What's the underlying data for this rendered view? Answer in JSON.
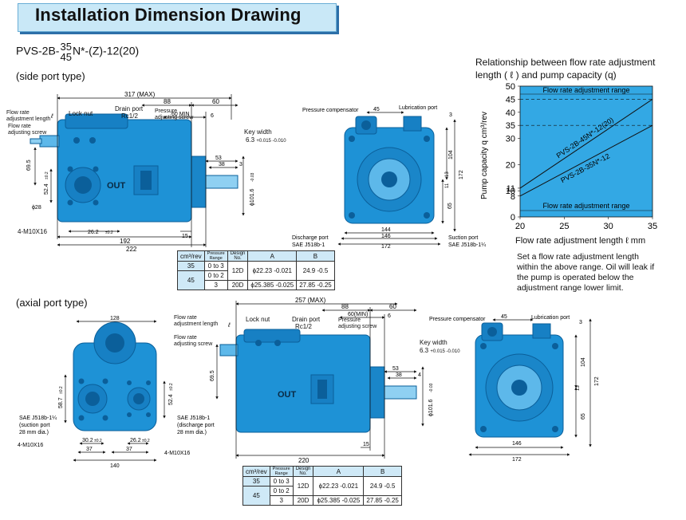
{
  "title": "Installation Dimension Drawing",
  "model": {
    "prefix": "PVS-2B-",
    "frac_top": "35",
    "frac_bottom": "45",
    "suffix": "N*-(Z)-12(20)"
  },
  "side_type_label": "(side port type)",
  "axial_type_label": "(axial port type)",
  "side_view": {
    "dims": {
      "overall": "317 (MAX)",
      "d88": "88",
      "d60": "60",
      "d60min": "60 MIN",
      "d6": "6",
      "d53": "53",
      "d38": "38",
      "d3": "3",
      "d192": "192",
      "d222": "222",
      "d15": "15",
      "d26": "26.2",
      "d26tol": "±0.2",
      "d28": "ϕ28",
      "d52": "52.4",
      "d52tol": "±0.2",
      "d695": "69.5",
      "dshaft": "ϕ101.6",
      "dshafttol": "-0.03",
      "l_tol": "ℓ"
    },
    "labels": {
      "flow_len": "Flow rate adjustment length",
      "flow_screw": "Flow rate adjusting screw",
      "lock_nut": "Lock nut",
      "drain": "Drain port",
      "drain2": "Rc1/2",
      "pcs": "Pressure adjusting screw",
      "keywidth": "Key width",
      "keyval": "6.3",
      "keytol": "+0.015 -0.010",
      "out": "OUT",
      "bolt": "4-M10X16"
    }
  },
  "side_end": {
    "labels": {
      "pc": "Pressure compensator",
      "lub": "Lubrication port",
      "discharge": "Discharge port",
      "discharge2": "SAE J518b-1",
      "suction": "Suction port",
      "suction2": "SAE J518b-1¼"
    },
    "dims": {
      "d45": "45",
      "d3": "3",
      "d104": "104",
      "d172v": "172",
      "d13": "13",
      "d11": "11",
      "d65": "65",
      "d144": "144",
      "d146": "146",
      "d172": "172"
    }
  },
  "graph": {
    "title1": "Relationship between flow rate adjustment",
    "title2": "length ( ℓ ) and pump capacity (q)",
    "ylabel": "Pump capacity q cm³/rev",
    "xlabel": "Flow rate adjustment length ℓ mm",
    "range_top": "Flow rate adjustment range",
    "range_bottom": "Flow rate adjustment range",
    "note": "Set a flow rate adjustment length within the above range. Oil will leak if the pump is operated below the adjustment range lower limit."
  },
  "chart_data": {
    "type": "line",
    "xlim": [
      20,
      35
    ],
    "ylim": [
      0,
      50
    ],
    "xticks": [
      "20",
      "25",
      "30",
      "35"
    ],
    "yticks": [
      "0",
      "8",
      "10",
      "11",
      "20",
      "30",
      "35",
      "40",
      "45",
      "50"
    ],
    "series": [
      {
        "name": "PVS-2B-45N*-12(20)",
        "x": [
          20,
          35
        ],
        "y": [
          11,
          45
        ]
      },
      {
        "name": "PVS-2B-35N*-12",
        "x": [
          20,
          35
        ],
        "y": [
          8,
          35
        ]
      }
    ],
    "grid": false
  },
  "table": {
    "headers": [
      "cm³/rev",
      "Pressure Range",
      "Design No.",
      "A",
      "B"
    ],
    "rows": [
      {
        "cap": "35",
        "range": "0 to 3",
        "design": "12D",
        "a": "ϕ22.23 -0.021",
        "b": "24.9 -0.5"
      },
      {
        "cap": "45",
        "range": "0 to 2",
        "design": "",
        "a": "",
        "b": ""
      },
      {
        "cap": "",
        "range": "3",
        "design": "20D",
        "a": "ϕ25.385 -0.025",
        "b": "27.85 -0.25"
      }
    ]
  },
  "axial_front": {
    "dims": {
      "d128": "128",
      "d58": "58.7",
      "d58tol": "±0.2",
      "d52": "52.4",
      "d52tol": "±0.2",
      "d30": "30.2",
      "d30tol": "±0.2",
      "d26": "26.2",
      "d26tol": "±0.2",
      "d37a": "37",
      "d37b": "37",
      "d140": "140"
    },
    "labels": {
      "suction": "SAE J518b-1¼",
      "suction2": "(suction port",
      "suction3": "28 mm dia.)",
      "discharge": "SAE J518b-1",
      "discharge2": "(discharge port",
      "discharge3": "28 mm dia.)",
      "bolt1": "4-M10X16",
      "bolt2": "4-M10X16"
    }
  },
  "axial_side": {
    "dims": {
      "overall": "257 (MAX)",
      "d88": "88",
      "d60": "60",
      "d60min": "60(MIN)",
      "d6": "6",
      "d53": "53",
      "d38": "38",
      "d4": "4",
      "d220": "220",
      "d15": "15",
      "d695": "69.5",
      "dshaft": "ϕ101.6",
      "dshafttol": "-0.03",
      "l_tol": "ℓ"
    },
    "labels": {
      "flow_len": "Flow rate adjustment length",
      "flow_screw": "Flow rate adjusting screw",
      "lock_nut": "Lock nut",
      "drain": "Drain port",
      "drain2": "Rc1/2",
      "pcs": "Pressure adjusting screw",
      "keywidth": "Key width",
      "keyval": "6.3",
      "keytol": "+0.015 -0.010",
      "out": "OUT"
    }
  },
  "axial_end": {
    "labels": {
      "pc": "Pressure compensator",
      "lub": "Lubrication port"
    },
    "dims": {
      "d45": "45",
      "d3": "3",
      "d104": "104",
      "d13": "13",
      "d172v": "172",
      "d65": "65",
      "d146": "146",
      "d172": "172"
    }
  },
  "colors": {
    "pump": "#1e92d6",
    "pump_dark": "#0b5f9a",
    "pump_light": "#5db8ea",
    "graph_bg": "#33a8e4"
  }
}
